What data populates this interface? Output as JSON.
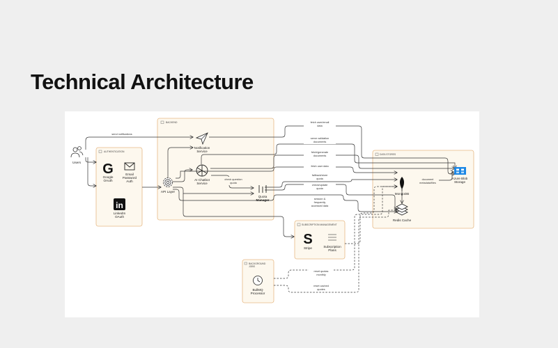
{
  "title": "Technical Architecture",
  "groups": {
    "authentication": "AUTHENTICATION",
    "backend": "BACKEND",
    "data_stores": "DATA STORES",
    "subscription": "SUBSCRIPTION MANAGEMENT",
    "background_jobs": [
      "BACKGROUND",
      "JOBS"
    ]
  },
  "nodes": {
    "users": "Users",
    "google_oauth": [
      "Google",
      "OAuth"
    ],
    "email_auth": [
      "Email",
      "Password",
      "Auth"
    ],
    "linkedin_oauth": [
      "LinkedIn",
      "OAuth"
    ],
    "api_layer": "API Layer",
    "notification_service": [
      "Notification",
      "Service"
    ],
    "ai_chatbot_service": [
      "AI Chatbot",
      "Service"
    ],
    "quota_manager": [
      "Quota",
      "Manager"
    ],
    "mongodb": "MongoDB",
    "azure_blob": [
      "Azure Blob",
      "Storage"
    ],
    "redis_cache": "Redis Cache",
    "stripe": "Stripe",
    "subscription_plans": [
      "Subscription",
      "Plans"
    ],
    "bullmq_processor": [
      "BullMQ",
      "Processor"
    ]
  },
  "edge_labels": {
    "send_notifications": [
      "send notifications"
    ],
    "fetch_user_email": [
      "fetch user/email",
      "data"
    ],
    "serve_validation": [
      "serve validation",
      "documents"
    ],
    "fetch_generate": [
      "fetch/generate",
      "documents"
    ],
    "fetch_user_data": [
      "fetch user data"
    ],
    "fallback_store": [
      "fallback/store",
      "quota"
    ],
    "check_update": [
      "check/update",
      "quota"
    ],
    "session_data": [
      "session &",
      "frequently",
      "accessed data"
    ],
    "check_question_quota": [
      "check question",
      "quota"
    ],
    "document_metadata": [
      "document",
      "metadata/files"
    ],
    "reset_quotas": [
      "reset quotas",
      "monthly"
    ],
    "reset_cached": [
      "reset cached",
      "quotes"
    ]
  },
  "icons": [
    "users-icon",
    "google-icon",
    "mail-icon",
    "linkedin-icon",
    "gear-icon",
    "send-icon",
    "openai-icon",
    "quota-icon",
    "mongodb-leaf-icon",
    "azure-icon",
    "redis-stack-icon",
    "stripe-icon",
    "list-icon",
    "clock-icon"
  ],
  "colors": {
    "group_fill": "#fdf8ee",
    "group_border": "#e7b985",
    "azure_blue": "#1e88e5"
  }
}
